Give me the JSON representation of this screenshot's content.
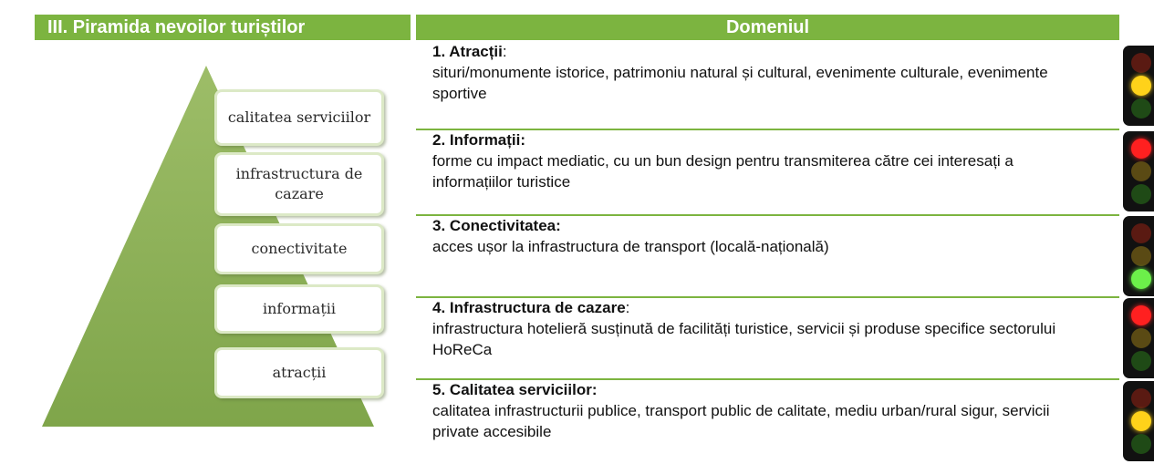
{
  "header": {
    "left_title": "III. Piramida nevoilor turiștilor",
    "right_title": "Domeniul"
  },
  "pyramid": {
    "levels": [
      "calitatea serviciilor",
      "infrastructura de cazare",
      "conectivitate",
      "informații",
      "atracții"
    ],
    "colors": {
      "pyramid_fill": "#8fb45a",
      "header_green": "#7cb440"
    }
  },
  "domains": [
    {
      "number": "1.",
      "name": "Atracții",
      "suffix": ":",
      "description": "situri/monumente istorice, patrimoniu natural și cultural, evenimente culturale, evenimente sportive",
      "light": "yellow"
    },
    {
      "number": "2.",
      "name": "Informații:",
      "suffix": "",
      "description": "forme cu impact mediatic, cu un bun design pentru transmiterea către cei interesați a informațiilor turistice",
      "light": "red"
    },
    {
      "number": "3.",
      "name": "Conectivitatea:",
      "suffix": "",
      "description": "acces ușor la infrastructura de transport (locală-națională)",
      "light": "green"
    },
    {
      "number": "4.",
      "name": "Infrastructura de cazare",
      "suffix": ":",
      "description": "infrastructura hotelieră susținută de facilități turistice, servicii și produse specifice sectorului HoReCa",
      "light": "red"
    },
    {
      "number": "5.",
      "name": "Calitatea serviciilor:",
      "suffix": "",
      "description": "calitatea infrastructurii publice, transport public de calitate, mediu urban/rural sigur, servicii private accesibile",
      "light": "yellow"
    }
  ]
}
